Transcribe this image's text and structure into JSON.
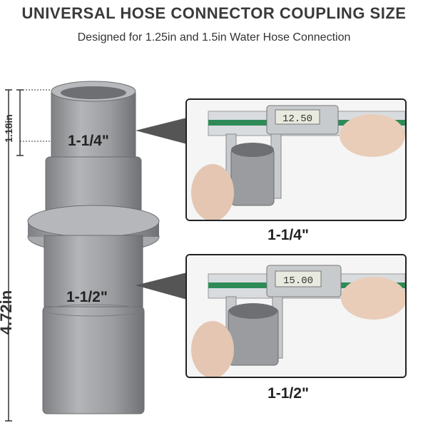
{
  "header": {
    "title": "UNIVERSAL HOSE CONNECTOR COUPLING SIZE",
    "subtitle": "Designed for 1.25in and 1.5in Water Hose Connection"
  },
  "dimensions": {
    "short_length": "1.18in",
    "total_length": "4.72in"
  },
  "connector": {
    "top_size": "1-1/4\"",
    "bottom_size": "1-1/2\""
  },
  "photos": [
    {
      "caption": "1-1/4\"",
      "caliper_reading": "12.50"
    },
    {
      "caption": "1-1/2\"",
      "caliper_reading": "15.00"
    }
  ],
  "colors": {
    "connector_gray": "#9a9c9f",
    "connector_dark": "#6f7174",
    "pointer": "#555555",
    "caliper_green": "#2e8b57"
  }
}
